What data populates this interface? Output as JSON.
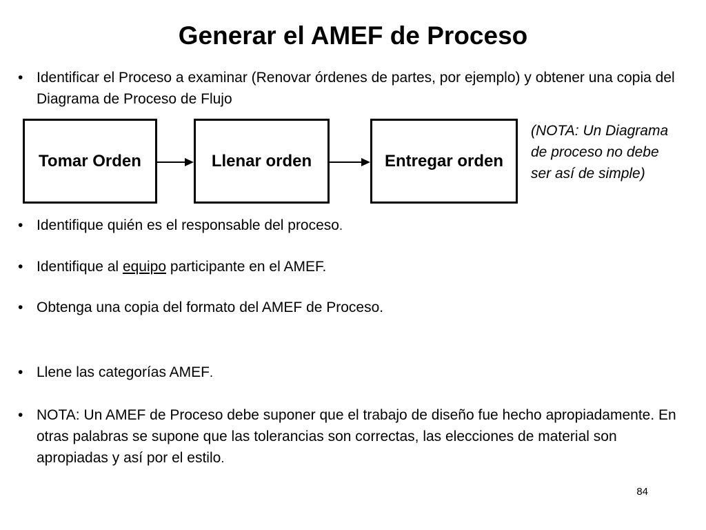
{
  "slide": {
    "title": "Generar el AMEF de Proceso",
    "page_number": "84"
  },
  "bullets": {
    "b1": "Identificar el Proceso a examinar (Renovar órdenes de partes, por ejemplo) y obtener una copia del Diagrama de Proceso de Flujo",
    "b2_main": "Identifique quién es el responsable del proceso",
    "b2_end": ".",
    "b3_pre": "Identifique al ",
    "b3_link": "equipo",
    "b3_post": " participante en el AMEF.",
    "b4": "Obtenga una copia del formato del AMEF de Proceso.",
    "b5_main": "Llene las categorías AMEF",
    "b5_end": ".",
    "b6_a": "NOTA",
    "b6_b": ": Un AMEF de Proceso debe suponer que el trabajo de diseño fue hecho apropiadamente",
    "b6_c": ". En otras palabras se supone que las tolerancias son correctas, las elecciones de material son apropiadas y así por el estilo",
    "b6_d": "."
  },
  "diagram": {
    "steps": [
      "Tomar Orden",
      "Llenar orden",
      "Entregar orden"
    ],
    "note": "(NOTA: Un Diagrama de proceso no debe ser así de simple)"
  },
  "colors": {
    "text": "#000000",
    "background": "#ffffff"
  },
  "icons": {
    "bullet": "bullet-dot-icon",
    "arrow": "arrow-right-icon"
  }
}
